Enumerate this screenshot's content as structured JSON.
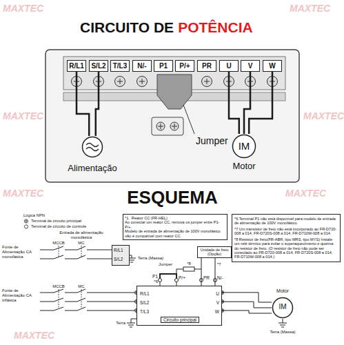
{
  "diagram": {
    "nodes": [
      {
        "text": [
          "R/L1"
        ]
      },
      {
        "text": [
          "S/L2"
        ]
      },
      {
        "text": [
          "T/L3"
        ]
      },
      {
        "text": [
          "N/-"
        ]
      },
      {
        "text": [
          "P1"
        ]
      },
      {
        "text": [
          "P/+"
        ]
      },
      {
        "text": [
          "PR"
        ]
      },
      {
        "text": [
          "U"
        ]
      },
      {
        "text": [
          "V"
        ]
      },
      {
        "text": [
          "W"
        ]
      },
      {
        "text": [
          "Alimentação"
        ]
      },
      {
        "text": [
          "IM",
          "Motor"
        ]
      },
      {
        "text": [
          "*1.",
          "Reator CC (FR-HEL)",
          "Ao conectar um reator CC, remova os jumper entre P1-P/+.",
          "Modelo de entrada de alimentação de 100V monofásico não é compatível com reator CC."
        ]
      },
      {
        "text": [
          "*6 Terminal P1 não está disponível para modelo de entrada de alimentação de 100V monofásico.",
          "*7 Um transistor de freio não está incorporado ao FR-D720-008 a 014, FR-D720S-008 a 014, FR-D710W-008 a 014.",
          "*8 Resistor de freio(FR-ABR, tipo MRS, tipo MYS) Instale um relé térmico para evitar o superaquecimento e queima do resistor de freio. (O resistor de freio não pode ser conectado ao FR-D720-008 a 014, FR-D720S-008 a 014, FR-D710W-008 a 014.)"
        ]
      },
      {
        "text": [
          "R/L1",
          "S/L2"
        ]
      },
      {
        "text": [
          "Unidade de freio (Opção)"
        ]
      },
      {
        "text": [
          "R/L1",
          "S/L2",
          "T/L3",
          "U",
          "V",
          "W",
          "Circuito principal"
        ]
      },
      {
        "text": [
          "Motor",
          "IM"
        ]
      }
    ],
    "edges": [
      {
        "from": 10,
        "to": 0,
        "arrow": "none"
      },
      {
        "from": 10,
        "to": 1,
        "arrow": "none"
      },
      {
        "from": 11,
        "to": 7,
        "arrow": "none"
      },
      {
        "from": 11,
        "to": 8,
        "arrow": "none"
      },
      {
        "from": 11,
        "to": 9,
        "arrow": "none"
      },
      {
        "from": 15,
        "to": 16,
        "arrow": "none"
      },
      {
        "from": 15,
        "to": 16,
        "arrow": "none"
      },
      {
        "from": 16,
        "to": 17,
        "arrow": "none"
      },
      {
        "from": 16,
        "to": 17,
        "arrow": "none"
      },
      {
        "from": 16,
        "to": 17,
        "arrow": "none"
      }
    ],
    "labels": [
      "MAXTEC",
      "MAXTEC",
      "CIRCUITO DE",
      "POTÊNCIA",
      "Jumper",
      "MAXTEC",
      "MAXTEC",
      "ESQUEMA",
      "MAXTEC",
      "MAXTEC",
      "Lógica NPN",
      "Entrada de alimentação monofásica",
      "Fonte de Alimentação CA monofásica",
      "MCCB",
      "MC",
      "Terra (Massa)",
      "Fonte de Alimentação CA trifásica",
      "MCCB",
      "MC",
      "Terra",
      "P1",
      "*6",
      "Jumper",
      "P/+",
      "*8",
      "PR",
      "N/-",
      "*7",
      "Terra (Massa)",
      "MAXTEC"
    ],
    "legend": [
      {
        "text": "Terminal de circuito principal"
      },
      {
        "text": "Terminal de circuito de controle"
      }
    ]
  }
}
